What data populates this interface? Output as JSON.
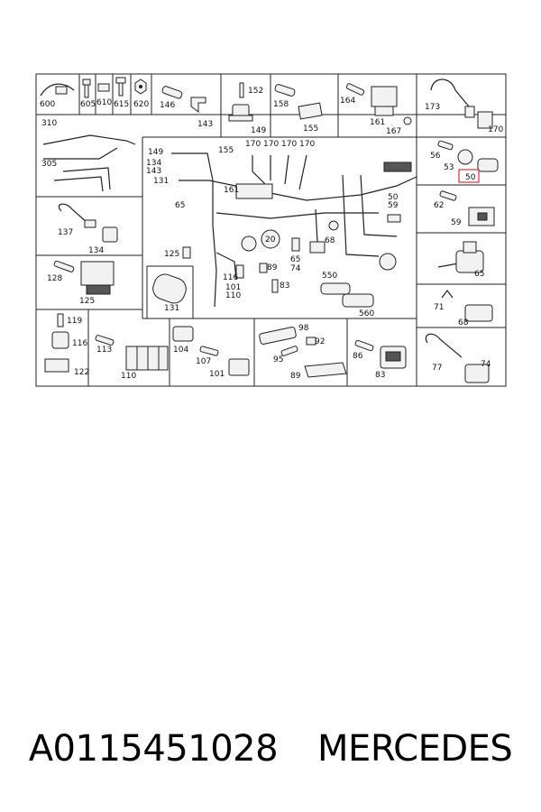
{
  "diagram": {
    "labels": {
      "l600": "600",
      "l605": "605",
      "l610": "610",
      "l615": "615",
      "l620": "620",
      "l146": "146",
      "l143a": "143",
      "l152": "152",
      "l149a": "149",
      "l158": "158",
      "l155a": "155",
      "l164": "164",
      "l161a": "161",
      "l167": "167",
      "l173": "173",
      "l170a": "170",
      "l310": "310",
      "l305": "305",
      "l149b": "149",
      "l155b": "155",
      "l134a": "134",
      "l143b": "143",
      "l131a": "131",
      "l170b": "170",
      "l170c": "170",
      "l170d": "170",
      "l170e": "170",
      "l161b": "161",
      "l65a": "65",
      "l20": "20",
      "l125a": "125",
      "l116a": "116",
      "l101a": "101",
      "l110a": "110",
      "l89a": "89",
      "l83a": "83",
      "l65b": "65",
      "l74a": "74",
      "l68a": "68",
      "l50a": "50",
      "l59a": "59",
      "l550": "550",
      "l560": "560",
      "l131b": "131",
      "l137": "137",
      "l134b": "134",
      "l128": "128",
      "l125b": "125",
      "l56": "56",
      "l53": "53",
      "l50b": "50",
      "l62": "62",
      "l59b": "59",
      "l65c": "65",
      "l71": "71",
      "l68b": "68",
      "l119": "119",
      "l116b": "116",
      "l122": "122",
      "l113": "113",
      "l110b": "110",
      "l104": "104",
      "l107": "107",
      "l101b": "101",
      "l98": "98",
      "l92": "92",
      "l95": "95",
      "l89b": "89",
      "l86": "86",
      "l83b": "83",
      "l77": "77",
      "l74b": "74"
    }
  },
  "caption": {
    "part_number": "A0115451028",
    "brand": "MERCEDES"
  },
  "colors": {
    "highlight": "#e0303a",
    "line": "#222222"
  }
}
